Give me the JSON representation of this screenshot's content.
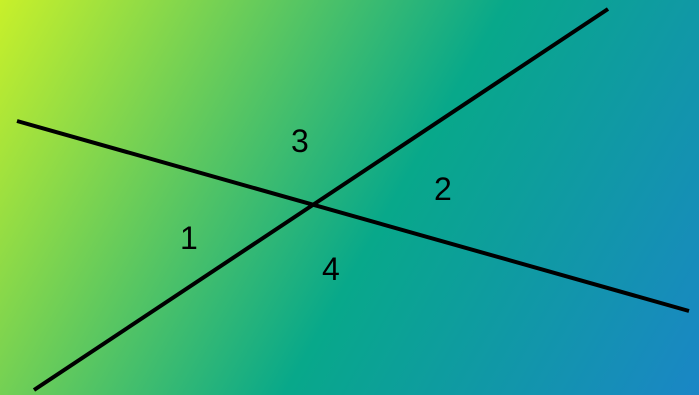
{
  "background": {
    "gradient_start": "#c8f02a",
    "gradient_mid": "#08a88a",
    "gradient_end": "#1a86c6"
  },
  "line_color": "#000000",
  "angle_labels": [
    "1",
    "2",
    "3",
    "4"
  ]
}
